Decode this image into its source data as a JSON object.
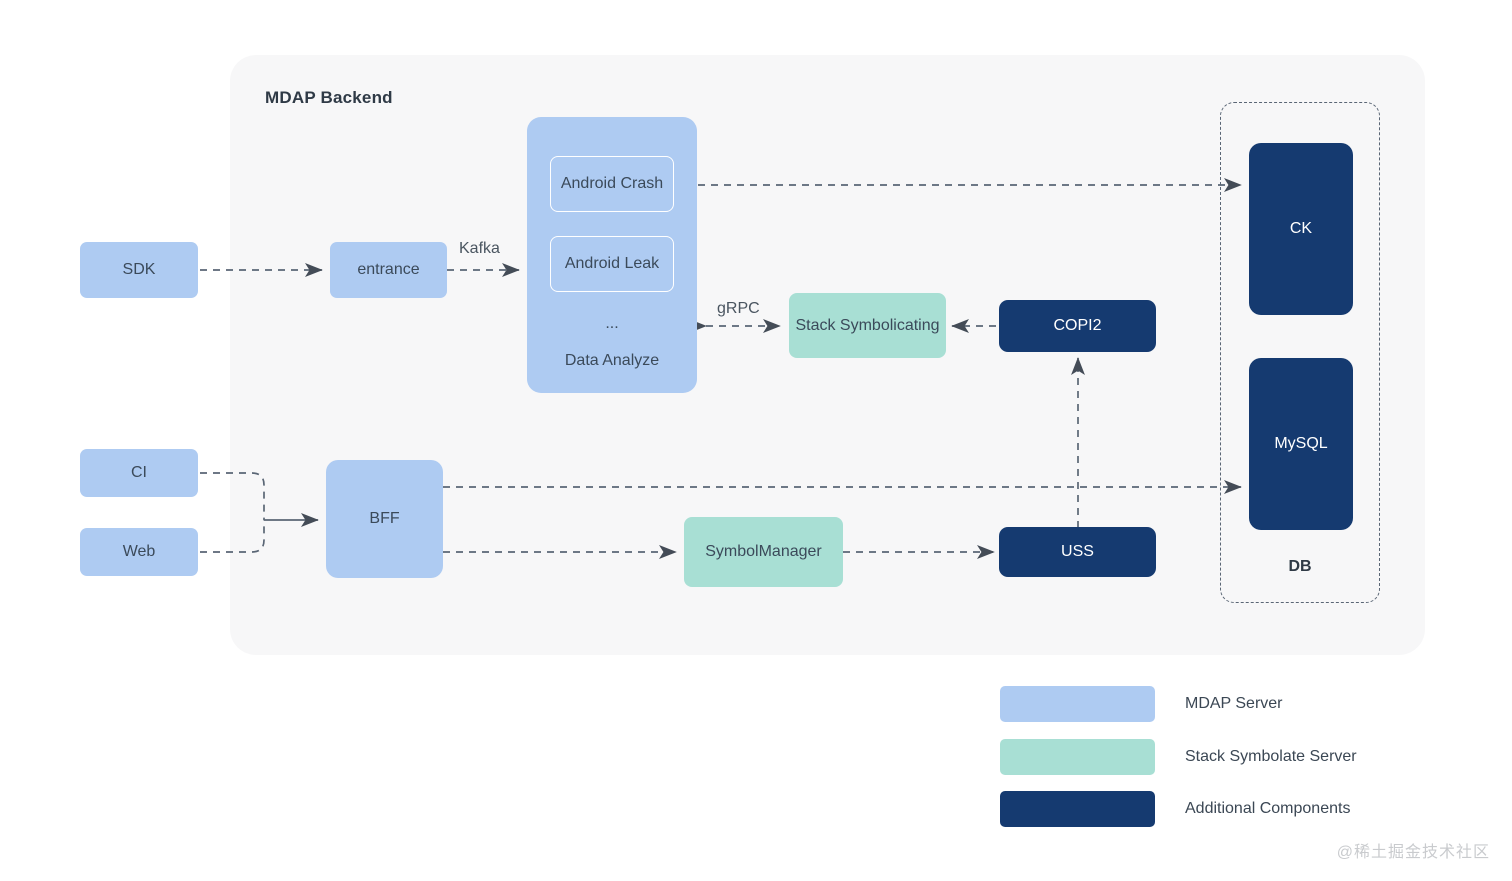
{
  "panel": {
    "title": "MDAP Backend"
  },
  "sources": {
    "sdk": "SDK",
    "ci": "CI",
    "web": "Web"
  },
  "nodes": {
    "entrance": "entrance",
    "bff": "BFF",
    "data_analyze": {
      "caption": "Data Analyze",
      "ellipsis": "...",
      "items": [
        "Android Crash",
        "Android Leak"
      ]
    },
    "stack_symbolicating": "Stack Symbolicating",
    "symbol_manager": "SymbolManager",
    "copi2": "COPI2",
    "uss": "USS"
  },
  "db": {
    "label": "DB",
    "items": [
      "CK",
      "MySQL"
    ]
  },
  "edges": [
    {
      "from": "SDK",
      "to": "entrance",
      "label": ""
    },
    {
      "from": "entrance",
      "to": "Data Analyze",
      "label": "Kafka"
    },
    {
      "from": "Data Analyze",
      "to": "Stack Symbolicating",
      "label": "gRPC",
      "bidirectional": true
    },
    {
      "from": "COPI2",
      "to": "Stack Symbolicating",
      "label": ""
    },
    {
      "from": "Android Crash",
      "to": "CK",
      "label": ""
    },
    {
      "from": "CI",
      "to": "BFF",
      "label": ""
    },
    {
      "from": "Web",
      "to": "BFF",
      "label": ""
    },
    {
      "from": "BFF",
      "to": "MySQL",
      "label": ""
    },
    {
      "from": "BFF",
      "to": "SymbolManager",
      "label": ""
    },
    {
      "from": "SymbolManager",
      "to": "USS",
      "label": ""
    },
    {
      "from": "USS",
      "to": "COPI2",
      "label": ""
    }
  ],
  "edge_labels": {
    "kafka": "Kafka",
    "grpc": "gRPC"
  },
  "legend": {
    "items": [
      {
        "label": "MDAP Server",
        "color": "#aecbf2"
      },
      {
        "label": "Stack Symbolate Server",
        "color": "#a8dfd4"
      },
      {
        "label": "Additional Components",
        "color": "#153a70"
      }
    ]
  },
  "watermark": "@稀土掘金技术社区",
  "colors": {
    "mdap_server": "#aecbf2",
    "stack_symbolate": "#a8dfd4",
    "additional": "#153a70",
    "panel_bg": "#f7f7f8",
    "edge": "#5a6675",
    "text": "#3b4a5a"
  }
}
